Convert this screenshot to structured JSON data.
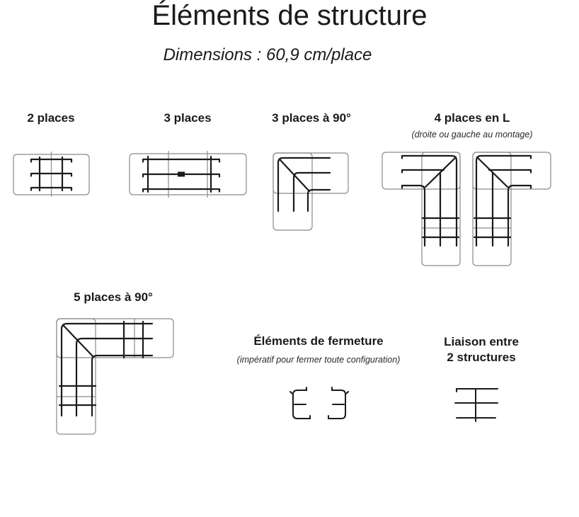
{
  "header": {
    "title": "Éléments de structure",
    "subtitle": "Dimensions : 60,9 cm/place"
  },
  "items": {
    "p2": {
      "label": "2 places",
      "icon": "2-places-structure-diagram"
    },
    "p3": {
      "label": "3 places",
      "icon": "3-places-structure-diagram"
    },
    "p3_90": {
      "label": "3 places à 90°",
      "icon": "3-places-90-structure-diagram"
    },
    "p4L": {
      "label": "4 places en L",
      "note": "(droite ou gauche au montage)",
      "icon_left": "4-places-L-right-variant-diagram",
      "icon_right": "4-places-L-left-variant-diagram"
    },
    "p5_90": {
      "label": "5 places à 90°",
      "icon": "5-places-90-structure-diagram"
    },
    "fermeture": {
      "label": "Éléments de fermeture",
      "note": "(impératif pour fermer toute configuration)",
      "icon_left": "closure-element-left-diagram",
      "icon_right": "closure-element-right-diagram"
    },
    "liaison": {
      "label_line1": "Liaison entre",
      "label_line2": "2 structures",
      "icon": "link-element-diagram"
    }
  },
  "colors": {
    "structure": "#1b1b1b",
    "outline": "#8a8a8a",
    "background": "#ffffff"
  }
}
